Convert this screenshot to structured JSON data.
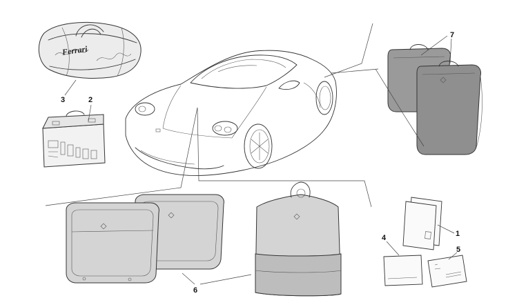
{
  "brand": {
    "logo_text": "Ferrari"
  },
  "callouts": [
    {
      "id": "1",
      "label": "1"
    },
    {
      "id": "2",
      "label": "2"
    },
    {
      "id": "3",
      "label": "3"
    },
    {
      "id": "4",
      "label": "4"
    },
    {
      "id": "5",
      "label": "5"
    },
    {
      "id": "6",
      "label": "6"
    },
    {
      "id": "7",
      "label": "7"
    }
  ]
}
